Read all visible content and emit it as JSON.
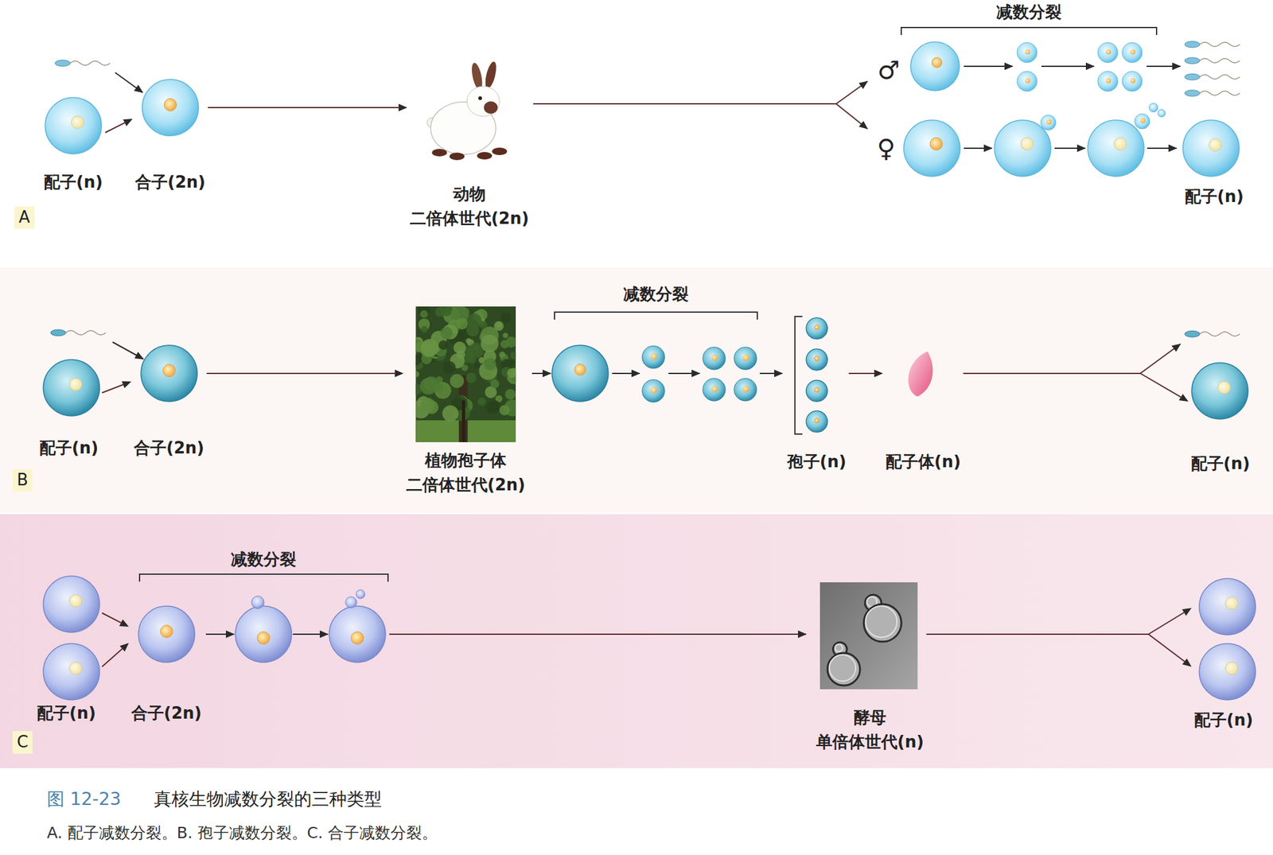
{
  "diagram": {
    "caption": "真核生物减数分裂的三种类型",
    "nodes": [
      {
        "text": [
          "配子(n)"
        ]
      },
      {
        "text": [
          "合子(2n)"
        ]
      },
      {
        "text": [
          "动物",
          "二倍体世代(2n)"
        ]
      },
      {
        "text": [
          "配子(n)"
        ]
      },
      {
        "text": [
          "配子(n)"
        ]
      },
      {
        "text": [
          "合子(2n)"
        ]
      },
      {
        "text": [
          "植物孢子体",
          "二倍体世代(2n)"
        ]
      },
      {
        "text": [
          "孢子(n)"
        ]
      },
      {
        "text": [
          "配子体(n)"
        ]
      },
      {
        "text": [
          "配子(n)"
        ]
      },
      {
        "text": [
          "配子(n)"
        ]
      },
      {
        "text": [
          "合子(2n)"
        ]
      },
      {
        "text": [
          "酵母",
          "单倍体世代(n)"
        ]
      },
      {
        "text": [
          "配子(n)"
        ]
      }
    ],
    "edges": [
      {
        "from": 0,
        "to": 1,
        "arrow": "to"
      },
      {
        "from": 1,
        "to": 2,
        "arrow": "to"
      },
      {
        "from": 4,
        "to": 5,
        "arrow": "to"
      },
      {
        "from": 5,
        "to": 6,
        "arrow": "to"
      },
      {
        "from": 7,
        "to": 8,
        "arrow": "to"
      },
      {
        "from": 8,
        "to": 9,
        "arrow": "to"
      },
      {
        "from": 10,
        "to": 11,
        "arrow": "to"
      },
      {
        "from": 12,
        "to": 13,
        "arrow": "to"
      }
    ],
    "labels": [
      "减数分裂",
      "♂",
      "♀",
      "A",
      "减数分裂",
      "B",
      "减数分裂",
      "C",
      "图 12-23",
      "A. 配子减数分裂。B. 孢子减数分裂。C. 合子减数分裂。"
    ]
  }
}
